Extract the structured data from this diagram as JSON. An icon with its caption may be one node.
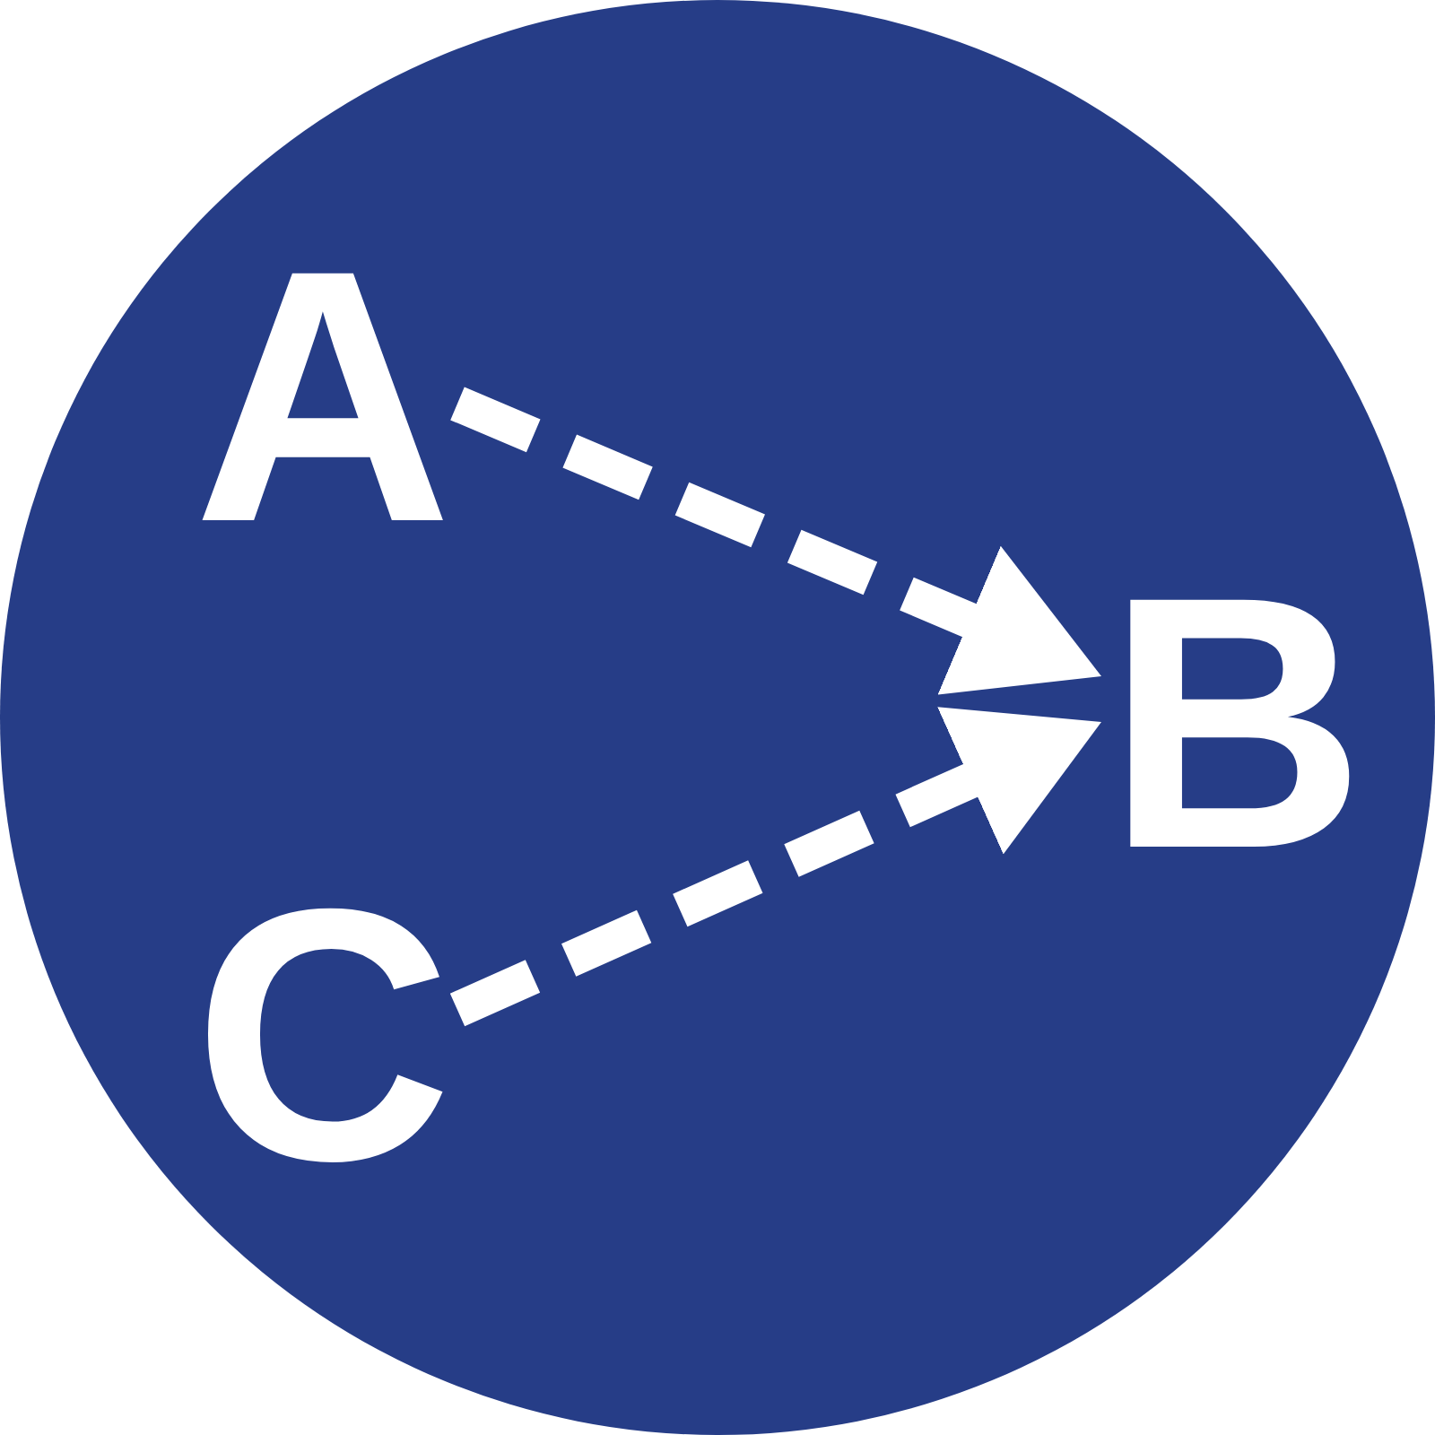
{
  "diagram": {
    "nodes": [
      {
        "text": [],
        "shape": "circle"
      },
      {
        "text": [
          "A"
        ],
        "in": 0
      },
      {
        "text": [
          "B"
        ],
        "in": 0
      },
      {
        "text": [
          "C"
        ],
        "in": 0
      }
    ],
    "edges": [
      {
        "from": 1,
        "to": 2,
        "arrow": "to",
        "style": "dashed"
      },
      {
        "from": 3,
        "to": 2,
        "arrow": "to",
        "style": "dashed"
      }
    ]
  }
}
